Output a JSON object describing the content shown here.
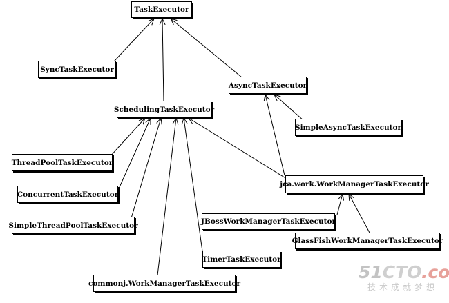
{
  "diagram": {
    "nodes": {
      "task_executor": "TaskExecutor",
      "sync_task_executor": "SyncTaskExecutor",
      "async_task_executor": "AsyncTaskExecutor",
      "scheduling_task_executor": "SchedulingTaskExecutor",
      "simple_async_task_executor": "SimpleAsyncTaskExecutor",
      "thread_pool_task_executor": "ThreadPoolTaskExecutor",
      "concurrent_task_executor": "ConcurrentTaskExecutor",
      "simple_thread_pool_task_executor": "SimpleThreadPoolTaskExecutor",
      "jca_work_manager_task_executor": "jca.work.WorkManagerTaskExecutor",
      "jboss_work_manager_task_executor": "JBossWorkManagerTaskExecutor",
      "glassfish_work_manager_task_executor": "GlassFishWorkManagerTaskExecutor",
      "timer_task_executor": "TimerTaskExecutor",
      "commonj_work_manager_task_executor": "commonj.WorkManagerTaskExecutor"
    }
  },
  "watermark": {
    "logo_prefix": "51",
    "logo_mid": "CTO",
    "logo_suffix": ".com",
    "subtitle": "技术成就梦想"
  }
}
